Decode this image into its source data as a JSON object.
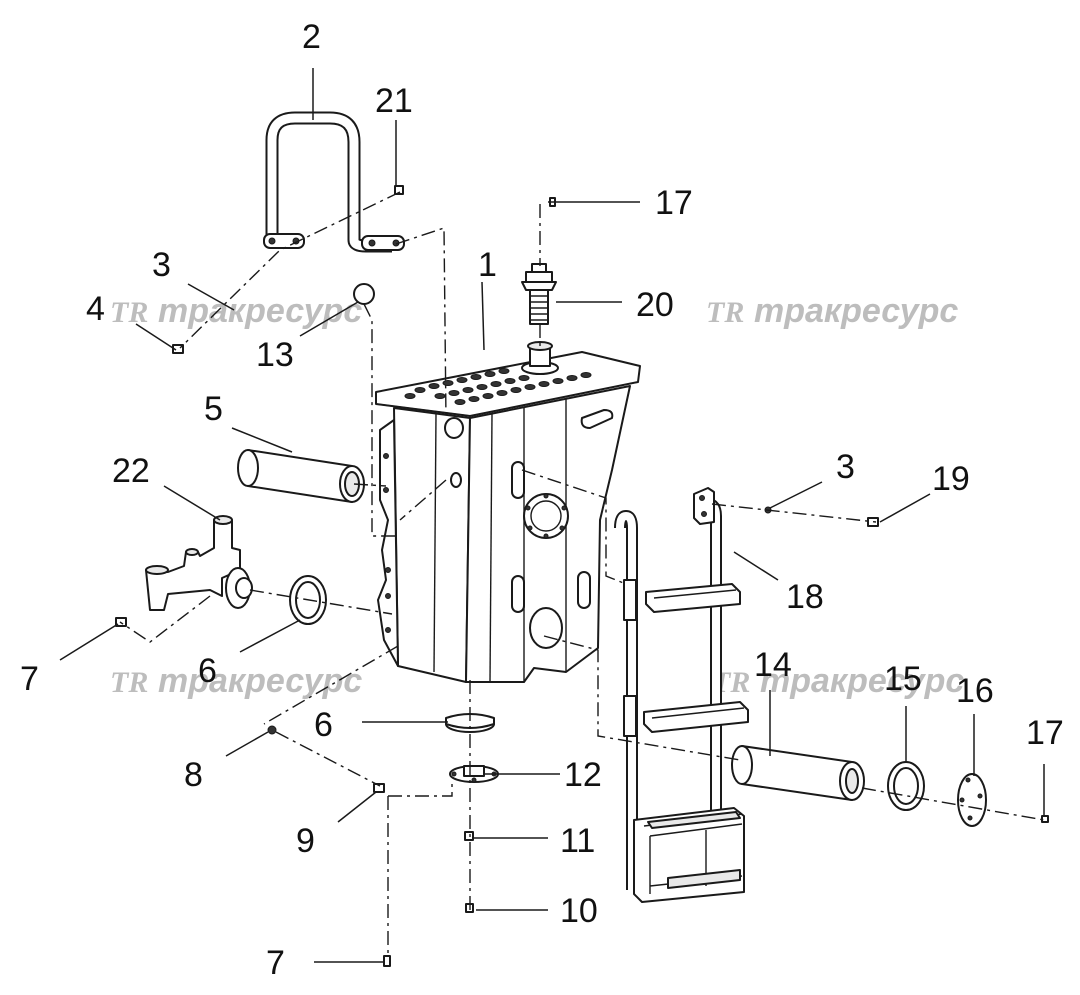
{
  "watermark": {
    "logo": "TR",
    "text": "тракресурс"
  },
  "callouts": {
    "c1": "1",
    "c2": "2",
    "c3a": "3",
    "c3b": "3",
    "c4": "4",
    "c5": "5",
    "c6a": "6",
    "c6b": "6",
    "c7a": "7",
    "c7b": "7",
    "c8": "8",
    "c9": "9",
    "c10": "10",
    "c11": "11",
    "c12": "12",
    "c13": "13",
    "c14": "14",
    "c15": "15",
    "c16": "16",
    "c17a": "17",
    "c17b": "17",
    "c18": "18",
    "c19": "19",
    "c20": "20",
    "c21": "21",
    "c22": "22"
  }
}
